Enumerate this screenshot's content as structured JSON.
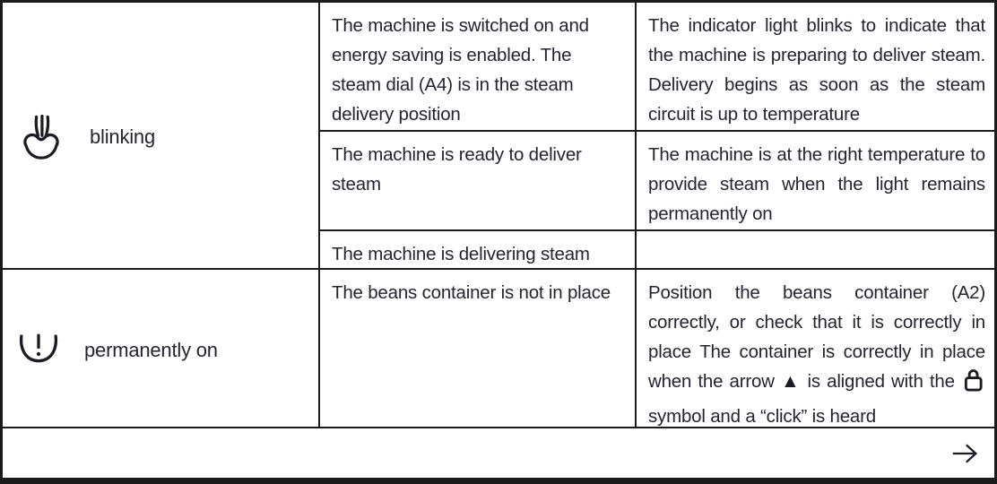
{
  "colors": {
    "text": "#262331",
    "border": "#1b1b1b",
    "background": "#ffffff"
  },
  "indicator_table": {
    "blinking_group": {
      "icon": "steam-icon",
      "state_label": "blinking",
      "subrows": [
        {
          "description": "The machine is switched on and energy saving is enabled. The steam dial (A4) is in the steam delivery position",
          "explanation": "The indicator light blinks to indicate that the machine is preparing to deliver steam. Delivery begins as soon as the steam circuit is up to temperature"
        },
        {
          "description": "The machine is ready to deliver steam",
          "explanation": "The machine is at the right temperature to provide steam when the light remains permanently on"
        },
        {
          "description": "The machine is delivering steam",
          "explanation": ""
        }
      ]
    },
    "permanently_on_group": {
      "icon": "beans-container-alert-icon",
      "state_label": "permanently on",
      "description": "The beans container is not in place",
      "explanation": {
        "part1": "Position the beans container (A2) correctly, or check that it is correctly in place The container is correctly in place when the arrow",
        "triangle_char": "▲",
        "part2": "is aligned with the",
        "lock_icon": "lock-icon",
        "part3": "symbol and a “click” is heard"
      }
    },
    "footer": {
      "icon": "arrow-right-icon"
    }
  }
}
